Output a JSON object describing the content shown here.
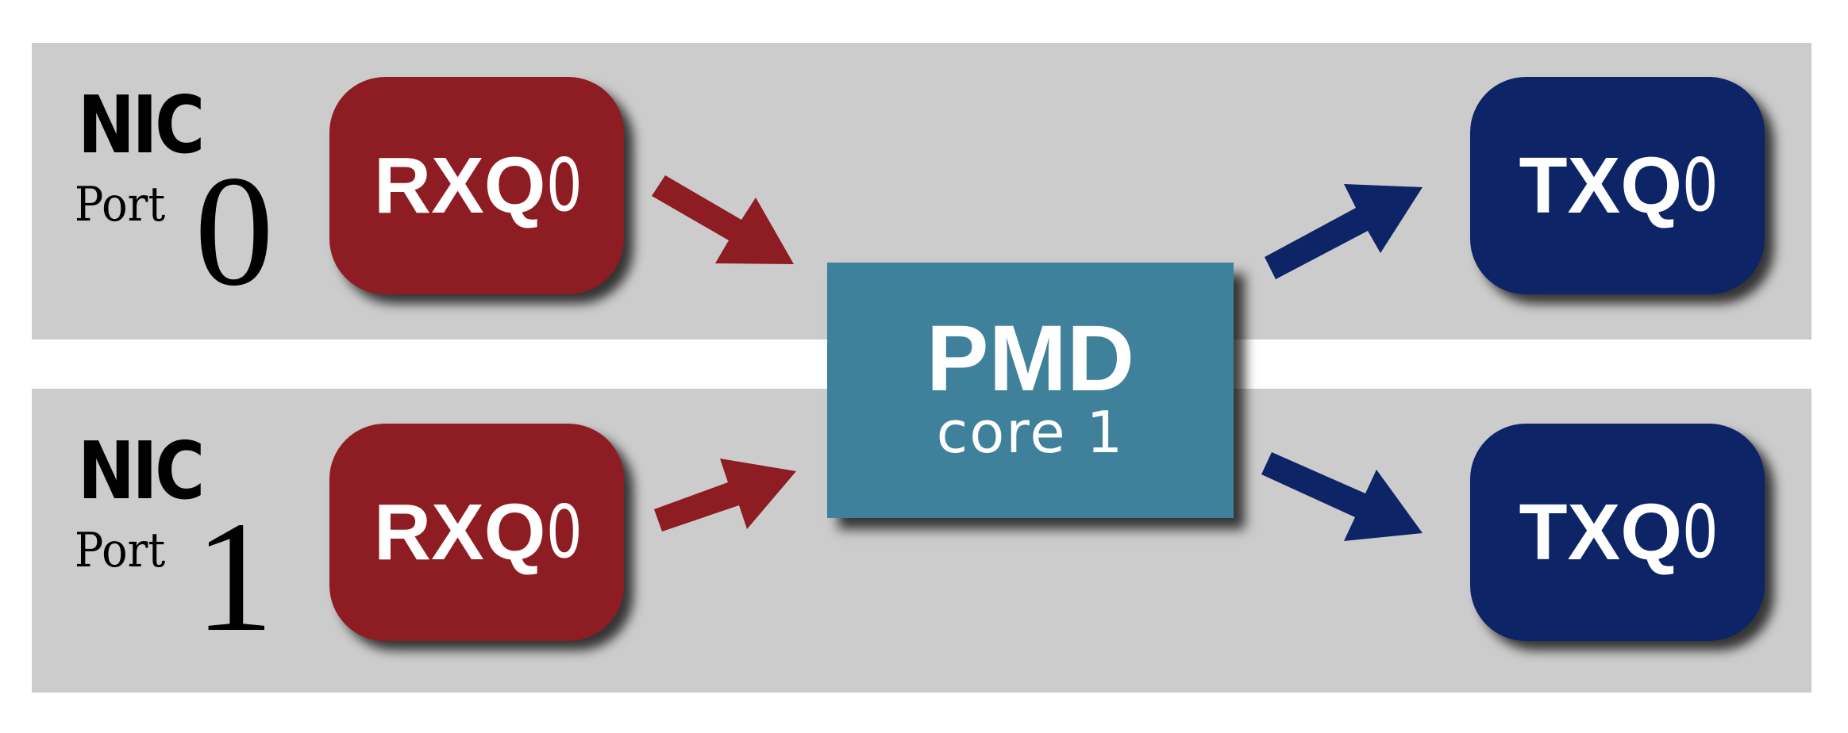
{
  "colors": {
    "background": "#ffffff",
    "band": "#cccccc",
    "rx_queue": "#8e1c23",
    "tx_queue": "#0d2466",
    "pmd": "#3f819b",
    "text_light": "#ffffff",
    "text_dark": "#000000"
  },
  "ports": [
    {
      "nic_label": "NIC",
      "port_label": "Port",
      "port_number": "0",
      "rx_queue": {
        "label": "RXQ",
        "index": "0"
      },
      "tx_queue": {
        "label": "TXQ",
        "index": "0"
      }
    },
    {
      "nic_label": "NIC",
      "port_label": "Port",
      "port_number": "1",
      "rx_queue": {
        "label": "RXQ",
        "index": "0"
      },
      "tx_queue": {
        "label": "TXQ",
        "index": "0"
      }
    }
  ],
  "pmd": {
    "title": "PMD",
    "subtitle": "core 1"
  },
  "flows": [
    {
      "from": "port0-rxq0",
      "to": "pmd-core1",
      "color": "#8e1c23"
    },
    {
      "from": "port1-rxq0",
      "to": "pmd-core1",
      "color": "#8e1c23"
    },
    {
      "from": "pmd-core1",
      "to": "port0-txq0",
      "color": "#0d2466"
    },
    {
      "from": "pmd-core1",
      "to": "port1-txq0",
      "color": "#0d2466"
    }
  ]
}
